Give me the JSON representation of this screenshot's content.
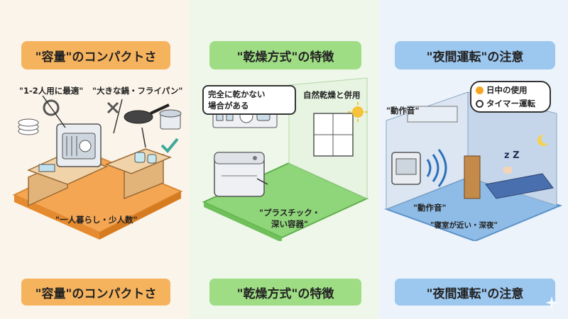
{
  "panel1": {
    "title": "\"容量\"のコンパクトさ",
    "label_small": "\"1-2人用に最適\"",
    "label_large": "\"大きな鍋・フライパン\"",
    "label_base": "\"一人暮らし・少人数\"",
    "footer": "\"容量\"のコンパクトさ",
    "accent": "#f6b35e"
  },
  "panel2": {
    "title": "\"乾燥方式\"の特徴",
    "bubble_line1": "完全に乾かない",
    "bubble_line2": "場合がある",
    "label_natural": "自然乾燥と併用",
    "label_plastic_1": "\"プラスチック・",
    "label_plastic_2": "深い容器\"",
    "footer": "\"乾燥方式\"の特徴",
    "accent": "#9fdd85"
  },
  "panel3": {
    "title": "\"夜間運転\"の注意",
    "label_sound_top": "\"動作音\"",
    "label_sound_bottom": "\"動作音\"",
    "label_bedroom": "\"寝室が近い・深夜\"",
    "tip_daytime": "日中の使用",
    "tip_timer": "タイマー運転",
    "sleep_text": "z Z",
    "footer": "\"夜間運転\"の注意",
    "accent": "#9cc7ef"
  }
}
